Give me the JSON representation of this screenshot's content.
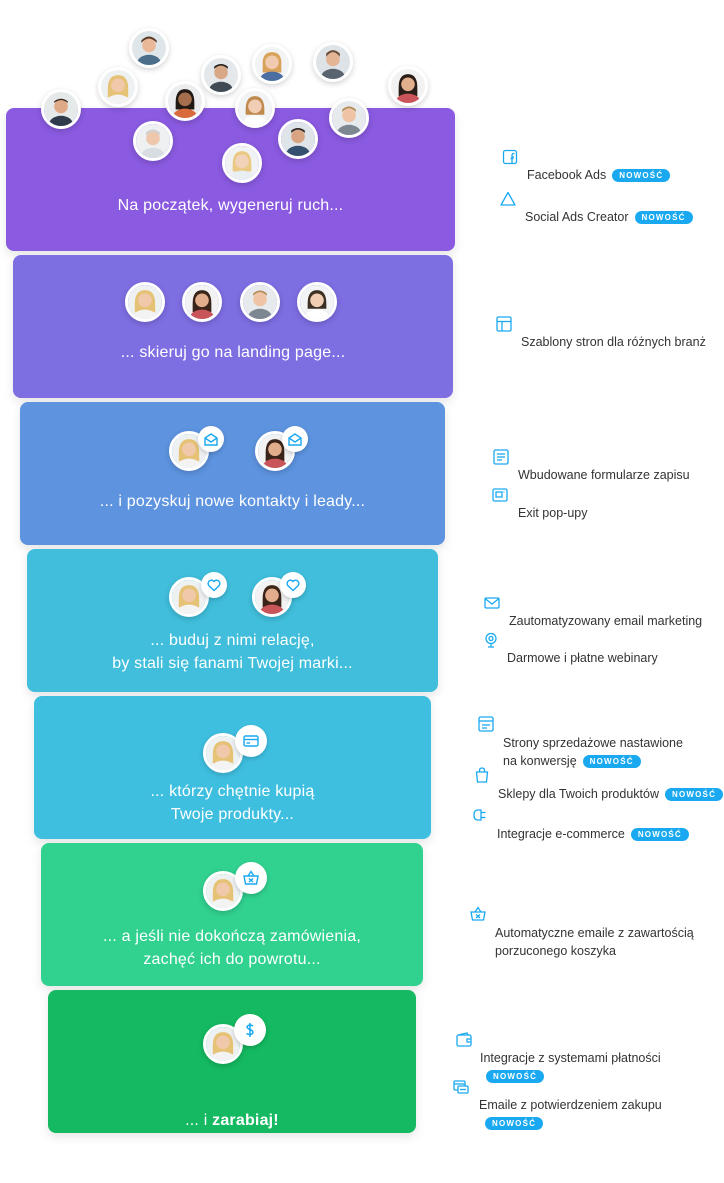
{
  "colors": {
    "stage1": "#8a5ae0",
    "stage2": "#7d6ee2",
    "stage3": "#5d93df",
    "stage4": "#40bedb",
    "stage5": "#3fbfe0",
    "stage6": "#31d190",
    "stage7": "#15b961",
    "accent": "#1aa9f0"
  },
  "stages": [
    {
      "caption": "Na początek, wygeneruj ruch..."
    },
    {
      "caption": "... skieruj go na landing page..."
    },
    {
      "caption": "... i pozyskuj nowe kontakty i leady..."
    },
    {
      "caption": "... buduj z nimi relację,\nby stali się fanami Twojej marki..."
    },
    {
      "caption": "... którzy chętnie kupią\nTwoje produkty..."
    },
    {
      "caption": "... a jeśli nie dokończą zamówienia,\nzachęć ich do powrotu..."
    },
    {
      "caption_pre": "... i ",
      "caption_bold": "zarabiaj!"
    }
  ],
  "features": {
    "facebook_ads": {
      "label": "Facebook Ads",
      "badge": "NOWOŚĆ",
      "icon": "facebook-icon"
    },
    "social_ads": {
      "label": "Social Ads Creator",
      "badge": "NOWOŚĆ",
      "icon": "triangle-icon"
    },
    "templates": {
      "label": "Szablony stron dla różnych branż",
      "icon": "layout-icon"
    },
    "forms": {
      "label": "Wbudowane formularze zapisu",
      "icon": "form-icon"
    },
    "exit_popups": {
      "label": "Exit pop-upy",
      "icon": "popup-icon"
    },
    "automation": {
      "label": "Zautomatyzowany email marketing",
      "icon": "mail-icon"
    },
    "webinars": {
      "label": "Darmowe i płatne webinary",
      "icon": "webcam-icon"
    },
    "sales_pages": {
      "label": "Strony sprzedażowe nastawione\nna konwersję",
      "badge": "NOWOŚĆ",
      "icon": "page-icon"
    },
    "shops": {
      "label": "Sklepy dla Twoich produktów",
      "badge": "NOWOŚĆ",
      "icon": "bag-icon"
    },
    "ecommerce": {
      "label": "Integracje e-commerce",
      "badge": "NOWOŚĆ",
      "icon": "plug-icon"
    },
    "cart_emails": {
      "label": "Automatyczne emaile z zawartością\nporzuconego koszyka",
      "icon": "basket-icon"
    },
    "payments": {
      "label": "Integracje z systemami płatności",
      "badge": "NOWOŚĆ",
      "icon": "wallet-icon"
    },
    "confirmations": {
      "label": "Emaile z potwierdzeniem zakupu",
      "badge": "NOWOŚĆ",
      "icon": "receipt-icon"
    }
  }
}
